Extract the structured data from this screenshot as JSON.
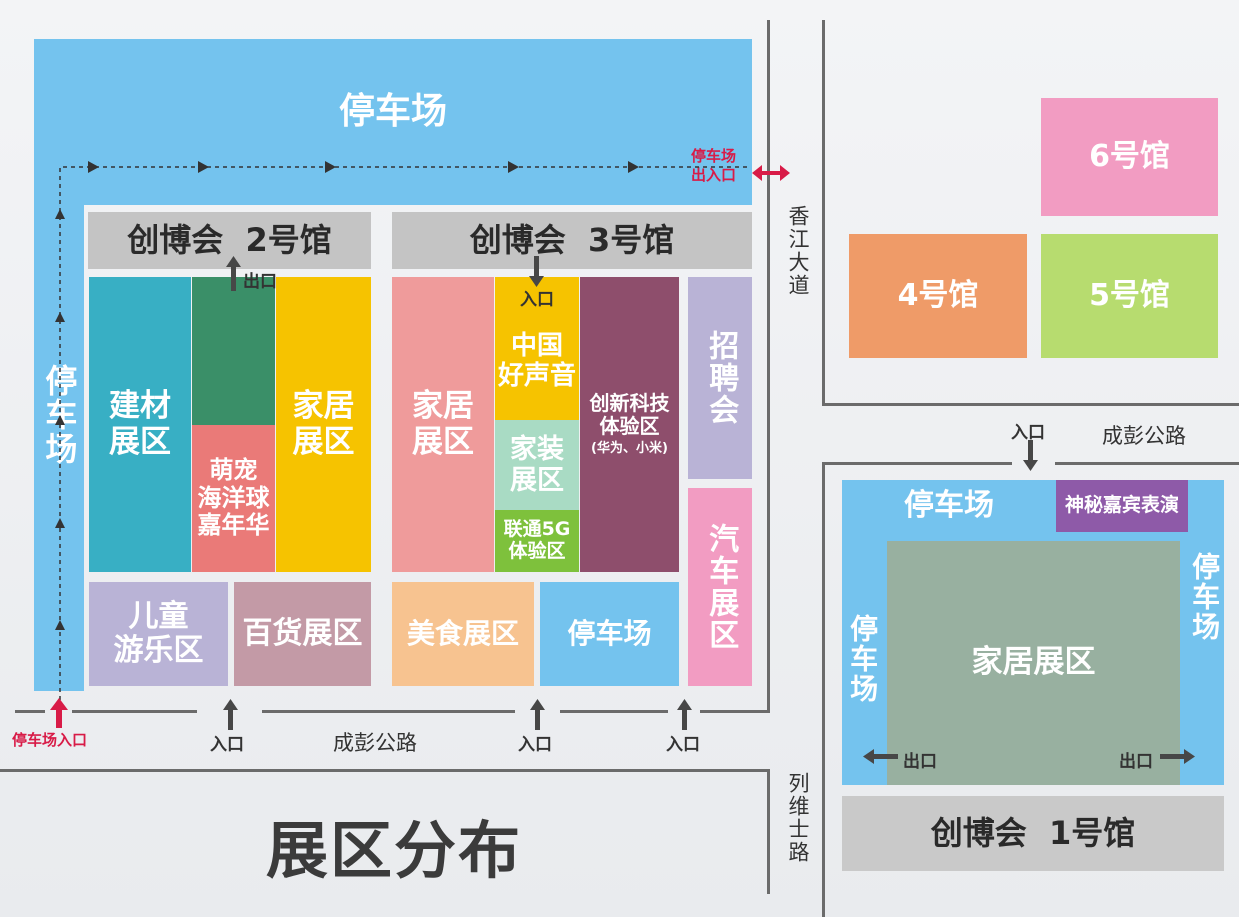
{
  "left": {
    "parking_top": "停车场",
    "parking_left": "停车场",
    "parking_exit": "停车场\n出入口",
    "parking_entrance": "停车场入口"
  },
  "hall2": {
    "title": "创博会  2号馆",
    "exit": "出口",
    "zone_building": "建材\n展区",
    "zone_pet": "萌宠\n海洋球\n嘉年华",
    "zone_home": "家居\n展区",
    "zone_kids": "儿童\n游乐区",
    "zone_general": "百货展区"
  },
  "hall3": {
    "title": "创博会  3号馆",
    "entrance": "入口",
    "zone_home": "家居\n展区",
    "zone_voice": "中国\n好声音",
    "zone_decor": "家装\n展区",
    "zone_5g": "联通5G\n体验区",
    "zone_tech": "创新科技\n体验区",
    "zone_tech_note": "(华为、小米)",
    "zone_jobs": "招聘会",
    "zone_food": "美食展区",
    "zone_parking": "停车场",
    "zone_auto": "汽车展区"
  },
  "roads": {
    "xiangjiang": "香江大道",
    "chengpeng_bottom": "成彭公路",
    "chengpeng_right": "成彭公路",
    "liewei": "列维士路"
  },
  "entrances": {
    "e1": "入口",
    "e2": "入口",
    "e3": "入口",
    "e_right": "入口"
  },
  "halls_top_right": {
    "h6": "6号馆",
    "h4": "4号馆",
    "h5": "5号馆"
  },
  "hall1": {
    "parking_top": "停车场",
    "special_show": "神秘嘉宾表演",
    "parking_left": "停车场",
    "parking_right": "停车场",
    "zone_home": "家居展区",
    "exit_left": "出口",
    "exit_right": "出口",
    "title": "创博会  1号馆"
  },
  "map_title": "展区分布",
  "colors": {
    "parking_blue": "#74c3ee",
    "teal": "#38afc4",
    "dark_green": "#3a8f68",
    "salmon": "#ea7a78",
    "yellow": "#f6c300",
    "pink": "#ef9b9b",
    "plum": "#8e4e6c",
    "mint": "#a9dbc4",
    "green": "#7ec13c",
    "lavender": "#b9b3d6",
    "mauve": "#c39aa6",
    "peach": "#f7c390",
    "hot_pink": "#f29cc2",
    "orange": "#ef9b68",
    "light_green": "#b7dc6f",
    "sage": "#98b0a0",
    "purple": "#8e5aa8",
    "arrow_dark": "#474747",
    "red": "#d81b47"
  }
}
